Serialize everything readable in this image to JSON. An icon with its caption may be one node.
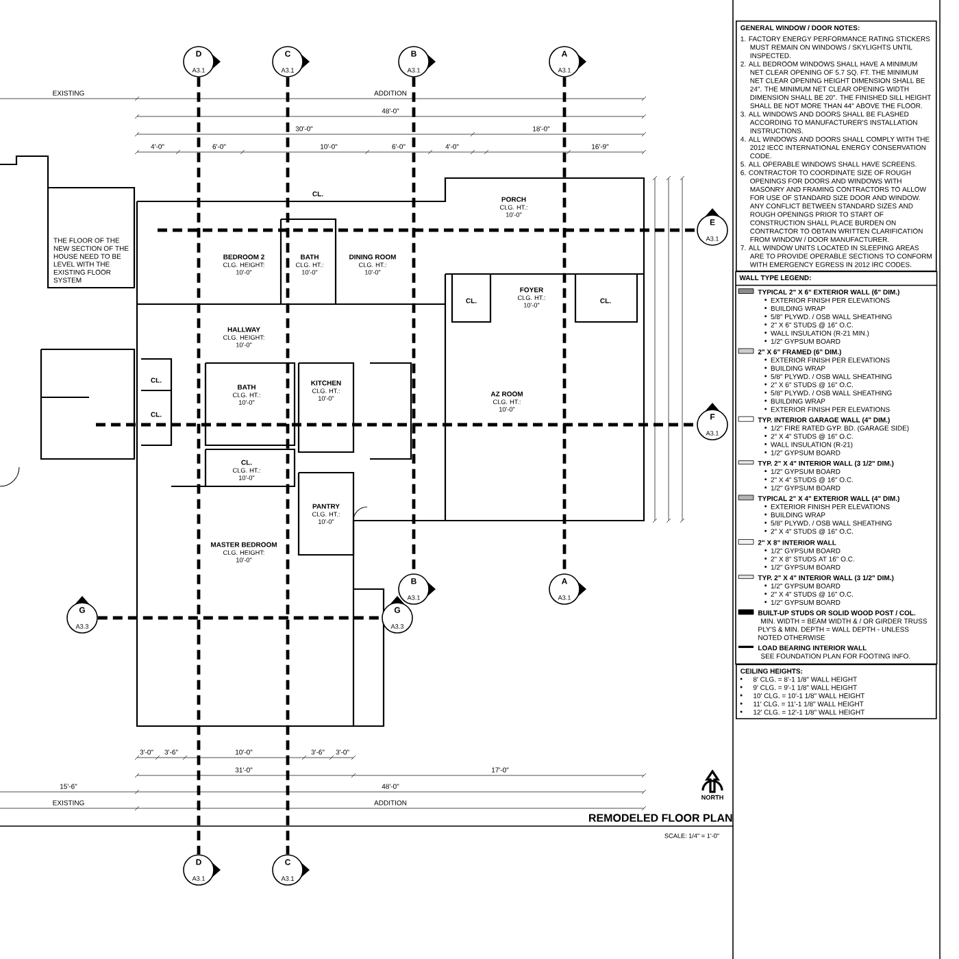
{
  "diagram": {
    "title": "REMODELED FLOOR PLAN",
    "nodes": [
      {
        "text": [
          "GENERAL WINDOW / DOOR NOTES:",
          "1. FACTORY ENERGY PERFORMANCE RATING STICKERS MUST REMAIN ON WINDOWS / SKYLIGHTS UNTIL INSPECTED.",
          "2. ALL BEDROOM WINDOWS SHALL HAVE A MINIMUM NET CLEAR OPENING OF 5.7 SQ. FT. THE MINIMUM NET CLEAR OPENING HEIGHT DIMENSION SHALL BE 24\". THE MINIMUM NET CLEAR OPENING WIDTH DIMENSION SHALL BE 20\". THE FINISHED SILL HEIGHT SHALL BE NOT MORE THAN 44\" ABOVE THE FLOOR.",
          "3. ALL WINDOWS AND DOORS SHALL BE FLASHED ACCORDING TO MANUFACTURER'S INSTALLATION INSTRUCTIONS.",
          "4. ALL WINDOWS AND DOORS SHALL COMPLY WITH THE 2012 IECC INTERNATIONAL ENERGY CONSERVATION CODE.",
          "5. ALL OPERABLE WINDOWS SHALL HAVE SCREENS.",
          "6. CONTRACTOR TO COORDINATE SIZE OF ROUGH OPENINGS FOR DOORS AND WINDOWS WITH MASONRY AND FRAMING CONTRACTORS TO ALLOW FOR USE OF STANDARD SIZE DOOR AND WINDOW. ANY CONFLICT BETWEEN STANDARD SIZES AND ROUGH OPENINGS PRIOR TO START OF CONSTRUCTION SHALL PLACE BURDEN ON CONTRACTOR TO OBTAIN WRITTEN CLARIFICATION FROM WINDOW / DOOR MANUFACTURER.",
          "7. ALL WINDOW UNITS LOCATED IN SLEEPING AREAS ARE TO PROVIDE OPERABLE SECTIONS TO CONFORM WITH EMERGENCY EGRESS IN 2012 IRC CODES."
        ]
      },
      {
        "text": [
          "WALL TYPE LEGEND:"
        ]
      },
      {
        "text": [
          "TYPICAL 2\" X 6\" EXTERIOR WALL (6\" DIM.)",
          "EXTERIOR FINISH PER ELEVATIONS",
          "BUILDING WRAP",
          "5/8\" PLYWD. / OSB WALL SHEATHING",
          "2\" X 6\" STUDS @ 16\" O.C.",
          "WALL INSULATION (R-21 MIN.)",
          "1/2\" GYPSUM BOARD"
        ],
        "in": 1
      },
      {
        "text": [
          "2\" X 6\" FRAMED (6\" DIM.)",
          "EXTERIOR FINISH PER ELEVATIONS",
          "BUILDING WRAP",
          "5/8\" PLYWD. / OSB WALL SHEATHING",
          "2\" X 6\" STUDS @ 16\" O.C.",
          "5/8\" PLYWD. / OSB WALL SHEATHING",
          "BUILDING WRAP",
          "EXTERIOR FINISH PER ELEVATIONS"
        ],
        "in": 1
      },
      {
        "text": [
          "TYP. INTERIOR GARAGE WALL (4\" DIM.)",
          "1/2\" FIRE RATED GYP. BD. (GARAGE SIDE)",
          "2\" X 4\" STUDS @ 16\" O.C.",
          "WALL INSULATION (R-21)",
          "1/2\" GYPSUM BOARD"
        ],
        "in": 1
      },
      {
        "text": [
          "TYP. 2\" X 4\" INTERIOR WALL (3 1/2\" DIM.)",
          "1/2\" GYPSUM BOARD",
          "2\" X 4\" STUDS @ 16\" O.C.",
          "1/2\" GYPSUM BOARD"
        ],
        "in": 1
      },
      {
        "text": [
          "TYPICAL 2\" X 4\" EXTERIOR WALL (4\" DIM.)",
          "EXTERIOR FINISH PER ELEVATIONS",
          "BUILDING WRAP",
          "5/8\" PLYWD. / OSB WALL SHEATHING",
          "2\" X 4\" STUDS @ 16\" O.C."
        ],
        "in": 1
      },
      {
        "text": [
          "2\" X 8\" INTERIOR WALL",
          "1/2\" GYPSUM BOARD",
          "2\" X 8\" STUDS AT 16\" O.C.",
          "1/2\" GYPSUM BOARD"
        ],
        "in": 1
      },
      {
        "text": [
          "TYP. 2\" X 4\" INTERIOR WALL (3 1/2\" DIM.)",
          "1/2\" GYPSUM BOARD",
          "2\" X 4\" STUDS @ 16\" O.C.",
          "1/2\" GYPSUM BOARD"
        ],
        "in": 1
      },
      {
        "text": [
          "BUILT-UP STUDS OR SOLID WOOD POST / COL.",
          "MIN. WIDTH = BEAM WIDTH & / OR GIRDER TRUSS PLY'S & MIN. DEPTH = WALL DEPTH - UNLESS NOTED OTHERWISE"
        ],
        "in": 1
      },
      {
        "text": [
          "LOAD BEARING INTERIOR WALL",
          "SEE FOUNDATION PLAN FOR FOOTING INFO."
        ],
        "in": 1
      },
      {
        "text": [
          "CEILING HEIGHTS:",
          "8' CLG. = 8'-1 1/8\" WALL HEIGHT",
          "9' CLG. = 9'-1 1/8\" WALL HEIGHT",
          "10' CLG. = 10'-1 1/8\" WALL HEIGHT",
          "11' CLG. = 11'-1 1/8\" WALL HEIGHT",
          "12' CLG. = 12'-1 1/8\" WALL HEIGHT"
        ]
      },
      {
        "text": [
          "D",
          "A3.1"
        ]
      },
      {
        "text": [
          "C",
          "A3.1"
        ]
      },
      {
        "text": [
          "B",
          "A3.1"
        ]
      },
      {
        "text": [
          "A",
          "A3.1"
        ]
      },
      {
        "text": [
          "E",
          "A3.1"
        ]
      },
      {
        "text": [
          "F",
          "A3.1"
        ]
      },
      {
        "text": [
          "B",
          "A3.1"
        ]
      },
      {
        "text": [
          "A",
          "A3.1"
        ]
      },
      {
        "text": [
          "G",
          "A3.3"
        ]
      },
      {
        "text": [
          "G",
          "A3.3"
        ]
      },
      {
        "text": [
          "D",
          "A3.1"
        ]
      },
      {
        "text": [
          "C",
          "A3.1"
        ]
      }
    ],
    "edges": [
      {
        "from": 12,
        "to": 22,
        "arrow": "none"
      },
      {
        "from": 13,
        "to": 23,
        "arrow": "none"
      },
      {
        "from": 14,
        "to": 18,
        "arrow": "none"
      },
      {
        "from": 15,
        "to": 19,
        "arrow": "none"
      },
      {
        "from": null,
        "to": 16,
        "arrow": "none"
      },
      {
        "from": null,
        "to": 17,
        "arrow": "none"
      },
      {
        "from": 20,
        "to": 21,
        "arrow": "none"
      }
    ],
    "labels": [
      "EXISTING",
      "ADDITION",
      "48'-0\"",
      "30'-0\"",
      "18'-0\"",
      "4'-0\"",
      "6'-0\"",
      "10'-0\"",
      "6'-0\"",
      "4'-0\"",
      "16'-9\"",
      "CL.",
      "PORCH",
      "CLG. HT.: 10'-0\"",
      "THE FLOOR OF THE NEW SECTION OF THE HOUSE NEED TO BE LEVEL WITH THE EXISTING FLOOR SYSTEM",
      "BEDROOM 2",
      "CLG. HEIGHT: 10'-0\"",
      "BATH",
      "CLG. HT.: 10'-0\"",
      "DINING ROOM",
      "CLG. HT.: 10'-0\"",
      "CL.",
      "FOYER",
      "CLG. HT.: 10'-0\"",
      "CL.",
      "HALLWAY",
      "CLG. HEIGHT: 10'-0\"",
      "KITCHEN",
      "CLG. HT.: 10'-0\"",
      "CL.",
      "BATH",
      "CLG. HT.: 10'-0\"",
      "AZ ROOM",
      "CLG. HT.: 10'-0\"",
      "CL.",
      "CL.",
      "CLG. HT.: 10'-0\"",
      "PANTRY",
      "CLG. HT.: 10'-0\"",
      "MASTER BEDROOM",
      "CLG. HEIGHT: 10'-0\"",
      "3'-0\"",
      "3'-6\"",
      "10'-0\"",
      "3'-6\"",
      "3'-0\"",
      "31'-0\"",
      "17'-0\"",
      "15'-6\"",
      "48'-0\"",
      "EXISTING",
      "ADDITION",
      "NORTH",
      "SCALE: 1/4\" = 1'-0\""
    ]
  }
}
